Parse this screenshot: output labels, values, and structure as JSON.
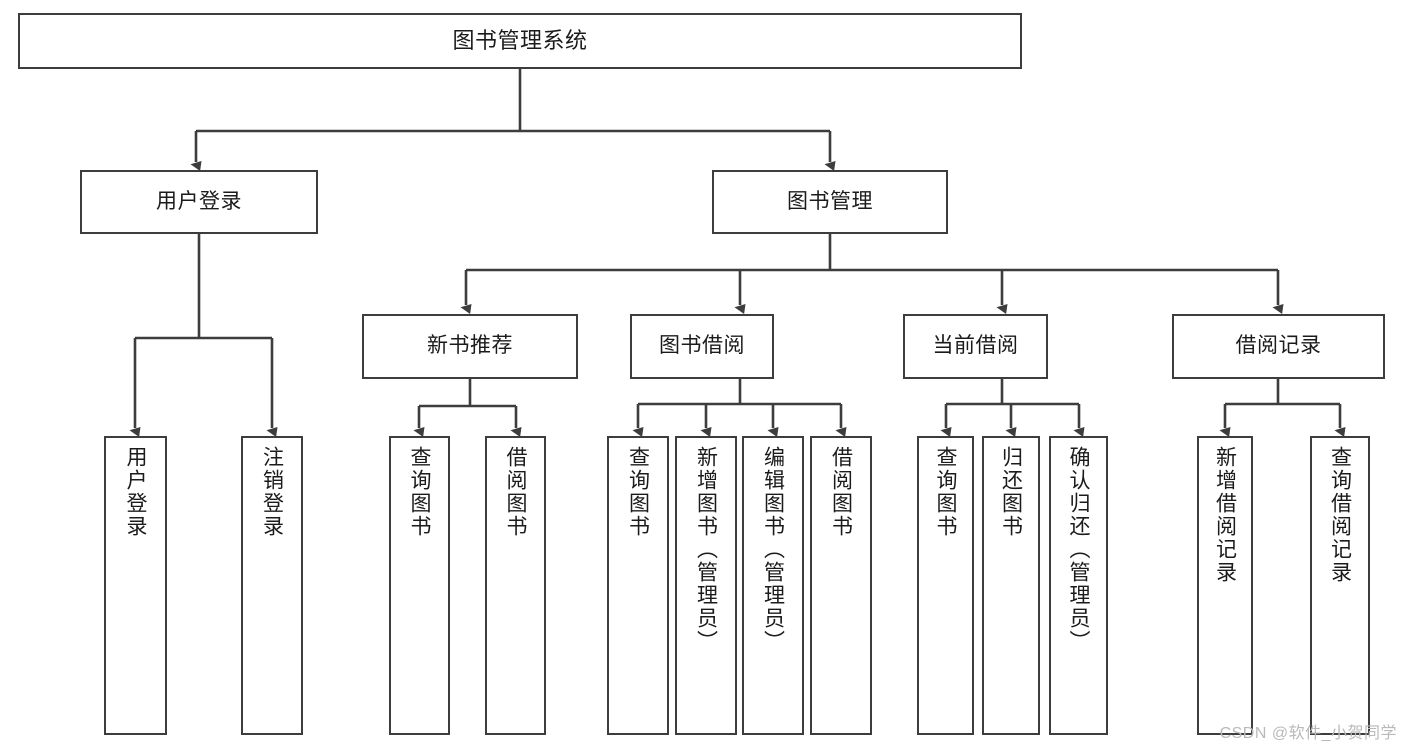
{
  "diagram": {
    "type": "tree-hierarchy-diagram",
    "title": "图书管理系统",
    "watermark": "CSDN @软件_小贺同学",
    "colors": {
      "stroke": "#3d3d3d",
      "fill": "#ffffff",
      "text": "#1b1b1b",
      "watermark": "#b9b9b9"
    },
    "nodes": {
      "root": {
        "label": "图书管理系统",
        "level": 1
      },
      "user_login": {
        "label": "用户登录",
        "level": 2
      },
      "book_manage": {
        "label": "图书管理",
        "level": 2
      },
      "new_book_rec": {
        "label": "新书推荐",
        "level": 3
      },
      "book_borrow": {
        "label": "图书借阅",
        "level": 3
      },
      "current_borrow": {
        "label": "当前借阅",
        "level": 3
      },
      "borrow_record": {
        "label": "借阅记录",
        "level": 3
      },
      "leaf_user_login": {
        "label": "用户登录",
        "level": 4
      },
      "leaf_logout": {
        "label": "注销登录",
        "level": 4
      },
      "leaf_query_book_1": {
        "label": "查询图书",
        "level": 4
      },
      "leaf_borrow_book_1": {
        "label": "借阅图书",
        "level": 4
      },
      "leaf_query_book_2": {
        "label": "查询图书",
        "level": 4
      },
      "leaf_add_book": {
        "label": "新增图书（管理员）",
        "level": 4
      },
      "leaf_edit_book": {
        "label": "编辑图书（管理员）",
        "level": 4
      },
      "leaf_borrow_book_2": {
        "label": "借阅图书",
        "level": 4
      },
      "leaf_query_book_3": {
        "label": "查询图书",
        "level": 4
      },
      "leaf_return_book": {
        "label": "归还图书",
        "level": 4
      },
      "leaf_confirm_return": {
        "label": "确认归还（管理员）",
        "level": 4
      },
      "leaf_add_record": {
        "label": "新增借阅记录",
        "level": 4
      },
      "leaf_query_record": {
        "label": "查询借阅记录",
        "level": 4
      }
    },
    "edges": [
      {
        "from": "root",
        "to": "user_login"
      },
      {
        "from": "root",
        "to": "book_manage"
      },
      {
        "from": "user_login",
        "to": "leaf_user_login"
      },
      {
        "from": "user_login",
        "to": "leaf_logout"
      },
      {
        "from": "book_manage",
        "to": "new_book_rec"
      },
      {
        "from": "book_manage",
        "to": "book_borrow"
      },
      {
        "from": "book_manage",
        "to": "current_borrow"
      },
      {
        "from": "book_manage",
        "to": "borrow_record"
      },
      {
        "from": "new_book_rec",
        "to": "leaf_query_book_1"
      },
      {
        "from": "new_book_rec",
        "to": "leaf_borrow_book_1"
      },
      {
        "from": "book_borrow",
        "to": "leaf_query_book_2"
      },
      {
        "from": "book_borrow",
        "to": "leaf_add_book"
      },
      {
        "from": "book_borrow",
        "to": "leaf_edit_book"
      },
      {
        "from": "book_borrow",
        "to": "leaf_borrow_book_2"
      },
      {
        "from": "current_borrow",
        "to": "leaf_query_book_3"
      },
      {
        "from": "current_borrow",
        "to": "leaf_return_book"
      },
      {
        "from": "current_borrow",
        "to": "leaf_confirm_return"
      },
      {
        "from": "borrow_record",
        "to": "leaf_add_record"
      },
      {
        "from": "borrow_record",
        "to": "leaf_query_record"
      }
    ]
  }
}
